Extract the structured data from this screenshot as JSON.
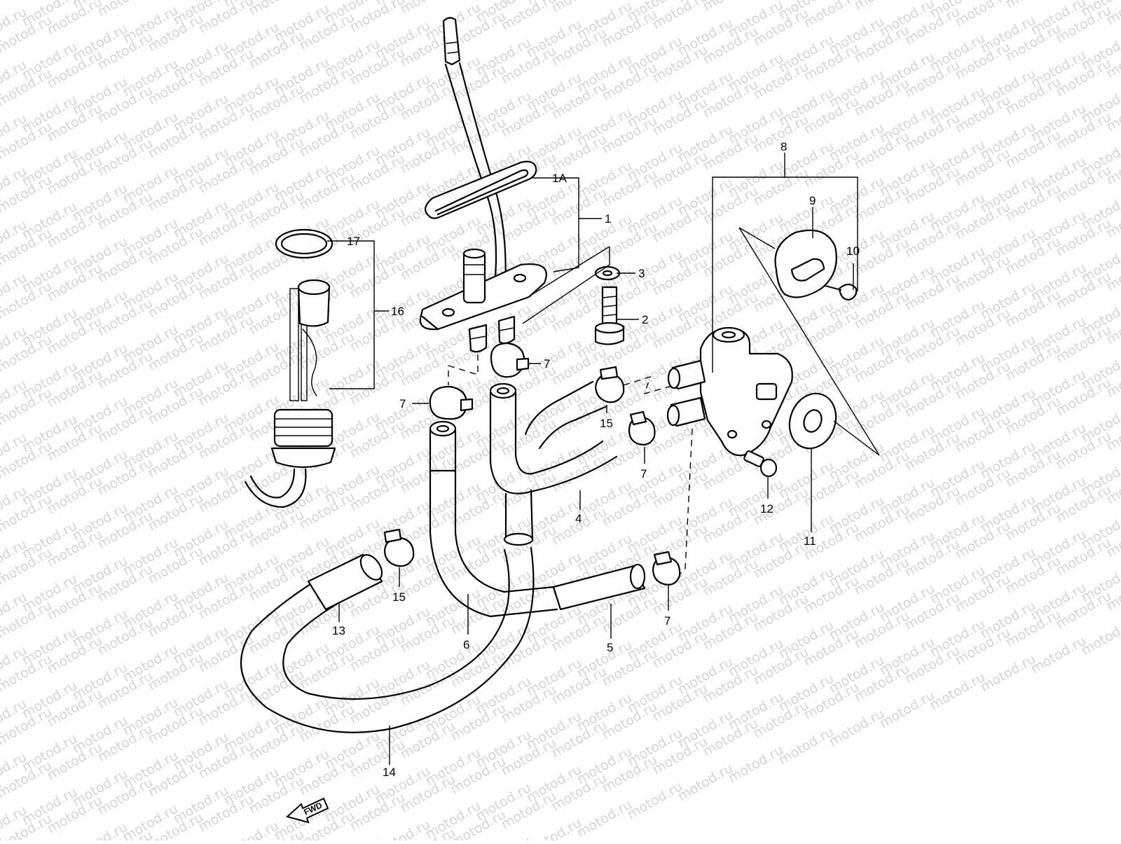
{
  "watermark": {
    "text": "motod.ru"
  },
  "callouts": [
    {
      "id": "c-1a",
      "text": "1A"
    },
    {
      "id": "c-1",
      "text": "1"
    },
    {
      "id": "c-2",
      "text": "2"
    },
    {
      "id": "c-3",
      "text": "3"
    },
    {
      "id": "c-4",
      "text": "4"
    },
    {
      "id": "c-5",
      "text": "5"
    },
    {
      "id": "c-6",
      "text": "6"
    },
    {
      "id": "c-7a",
      "text": "7"
    },
    {
      "id": "c-7b",
      "text": "7"
    },
    {
      "id": "c-7c",
      "text": "7"
    },
    {
      "id": "c-7d",
      "text": "7"
    },
    {
      "id": "c-8",
      "text": "8"
    },
    {
      "id": "c-9",
      "text": "9"
    },
    {
      "id": "c-10",
      "text": "10"
    },
    {
      "id": "c-11",
      "text": "11"
    },
    {
      "id": "c-12",
      "text": "12"
    },
    {
      "id": "c-13",
      "text": "13"
    },
    {
      "id": "c-14",
      "text": "14"
    },
    {
      "id": "c-15a",
      "text": "15"
    },
    {
      "id": "c-15b",
      "text": "15"
    },
    {
      "id": "c-16",
      "text": "16"
    },
    {
      "id": "c-17",
      "text": "17"
    }
  ],
  "direction": {
    "label": "FWD"
  }
}
